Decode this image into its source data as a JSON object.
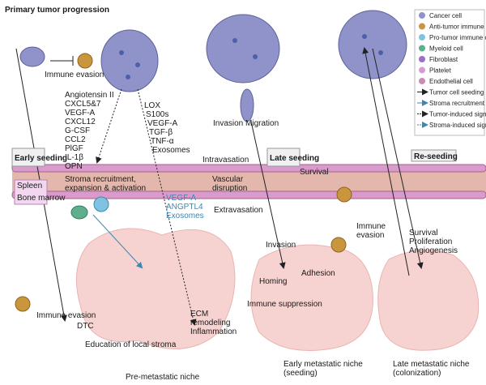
{
  "title": "Primary tumor progression",
  "legend": {
    "items": [
      {
        "label": "Cancer cell",
        "icon": "cancer-cell-icon",
        "color": "#8f93c9"
      },
      {
        "label": "Anti-tumor immune cell",
        "icon": "anti-tumor-immune-cell-icon",
        "color": "#c9953d"
      },
      {
        "label": "Pro-tumor immune cell",
        "icon": "pro-tumor-immune-cell-icon",
        "color": "#7fc3e0"
      },
      {
        "label": "Myeloid cell",
        "icon": "myeloid-cell-icon",
        "color": "#5fae8e"
      },
      {
        "label": "Fibroblast",
        "icon": "fibroblast-icon",
        "color": "#9b6fd1"
      },
      {
        "label": "Platelet",
        "icon": "platelet-icon",
        "color": "#d99bd6"
      },
      {
        "label": "Endothelial cell",
        "icon": "endothelial-cell-icon",
        "color": "#c98db5"
      },
      {
        "label": "Tumor cell seeding",
        "icon": "solid-black-arrow-icon",
        "color": "#222222"
      },
      {
        "label": "Stroma recruitment",
        "icon": "solid-blue-arrow-icon",
        "color": "#3d86b0"
      },
      {
        "label": "Tumor-induced signaling",
        "icon": "dotted-black-arrow-icon",
        "color": "#222222"
      },
      {
        "label": "Stroma-induced signaling",
        "icon": "dotted-blue-arrow-icon",
        "color": "#3d86b0"
      }
    ]
  },
  "labels": {
    "immune_evasion_top": "Immune evasion",
    "factors_left": [
      "Angiotensin II",
      "CXCL5&7",
      "VEGF-A",
      "CXCL12",
      "G-CSF",
      "CCL2",
      "PlGF",
      "IL-1β",
      "OPN"
    ],
    "factors_right": [
      "LOX",
      "S100s",
      "VEGF-A",
      "TGF-β",
      "TNF-α",
      "Exosomes"
    ],
    "invasion_migration": "Invasion Migration",
    "early_seeding": "Early seeding",
    "late_seeding": "Late seeding",
    "re_seeding": "Re-seeding",
    "intravasation": "Intravasation",
    "survival": "Survival",
    "spleen": "Spleen",
    "bone_marrow": "Bone marrow",
    "stroma_recruitment": "Stroma recruitment, expansion & activation",
    "vascular_disruption": "Vascular disruption",
    "stroma_factors": [
      "VEGF-A",
      "ANGPTL4",
      "Exosomes"
    ],
    "extravasation": "Extravasation",
    "invasion": "Invasion",
    "immune_evasion_mid": "Immune evasion",
    "survival_prolif": [
      "Survival",
      "Proliferation",
      "Angiogenesis"
    ],
    "immune_evasion_left": "Immune evasion",
    "dtc": "DTC",
    "homing": "Homing",
    "adhesion": "Adhesion",
    "immune_suppression": "Immune suppression",
    "ecm": [
      "ECM",
      "remodeling",
      "Inflammation"
    ],
    "education": "Education of local stroma",
    "pre_niche": "Pre-metastatic niche",
    "early_niche": "Early metastatic niche (seeding)",
    "late_niche": "Late metastatic niche (colonization)"
  }
}
